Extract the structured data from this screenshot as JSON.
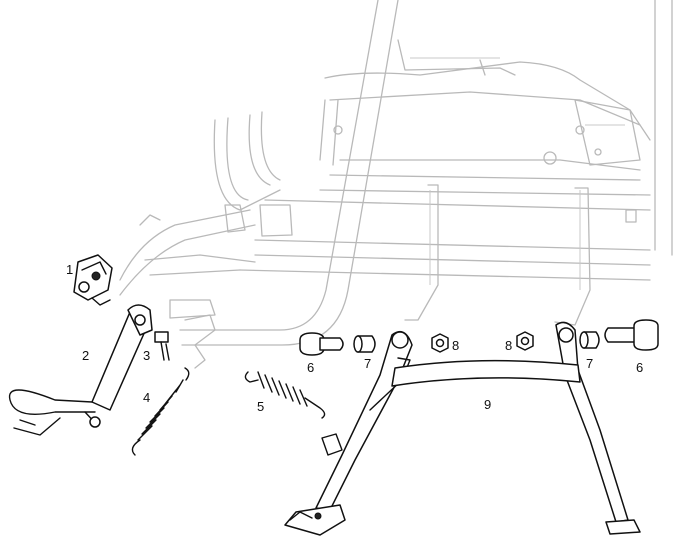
{
  "callouts": [
    {
      "id": "c1",
      "label": "1"
    },
    {
      "id": "c2",
      "label": "2"
    },
    {
      "id": "c3",
      "label": "3"
    },
    {
      "id": "c4",
      "label": "4"
    },
    {
      "id": "c5",
      "label": "5"
    },
    {
      "id": "c6a",
      "label": "6"
    },
    {
      "id": "c7a",
      "label": "7"
    },
    {
      "id": "c8a",
      "label": "8"
    },
    {
      "id": "c8b",
      "label": "8"
    },
    {
      "id": "c7b",
      "label": "7"
    },
    {
      "id": "c6b",
      "label": "6"
    },
    {
      "id": "c9",
      "label": "9"
    }
  ]
}
